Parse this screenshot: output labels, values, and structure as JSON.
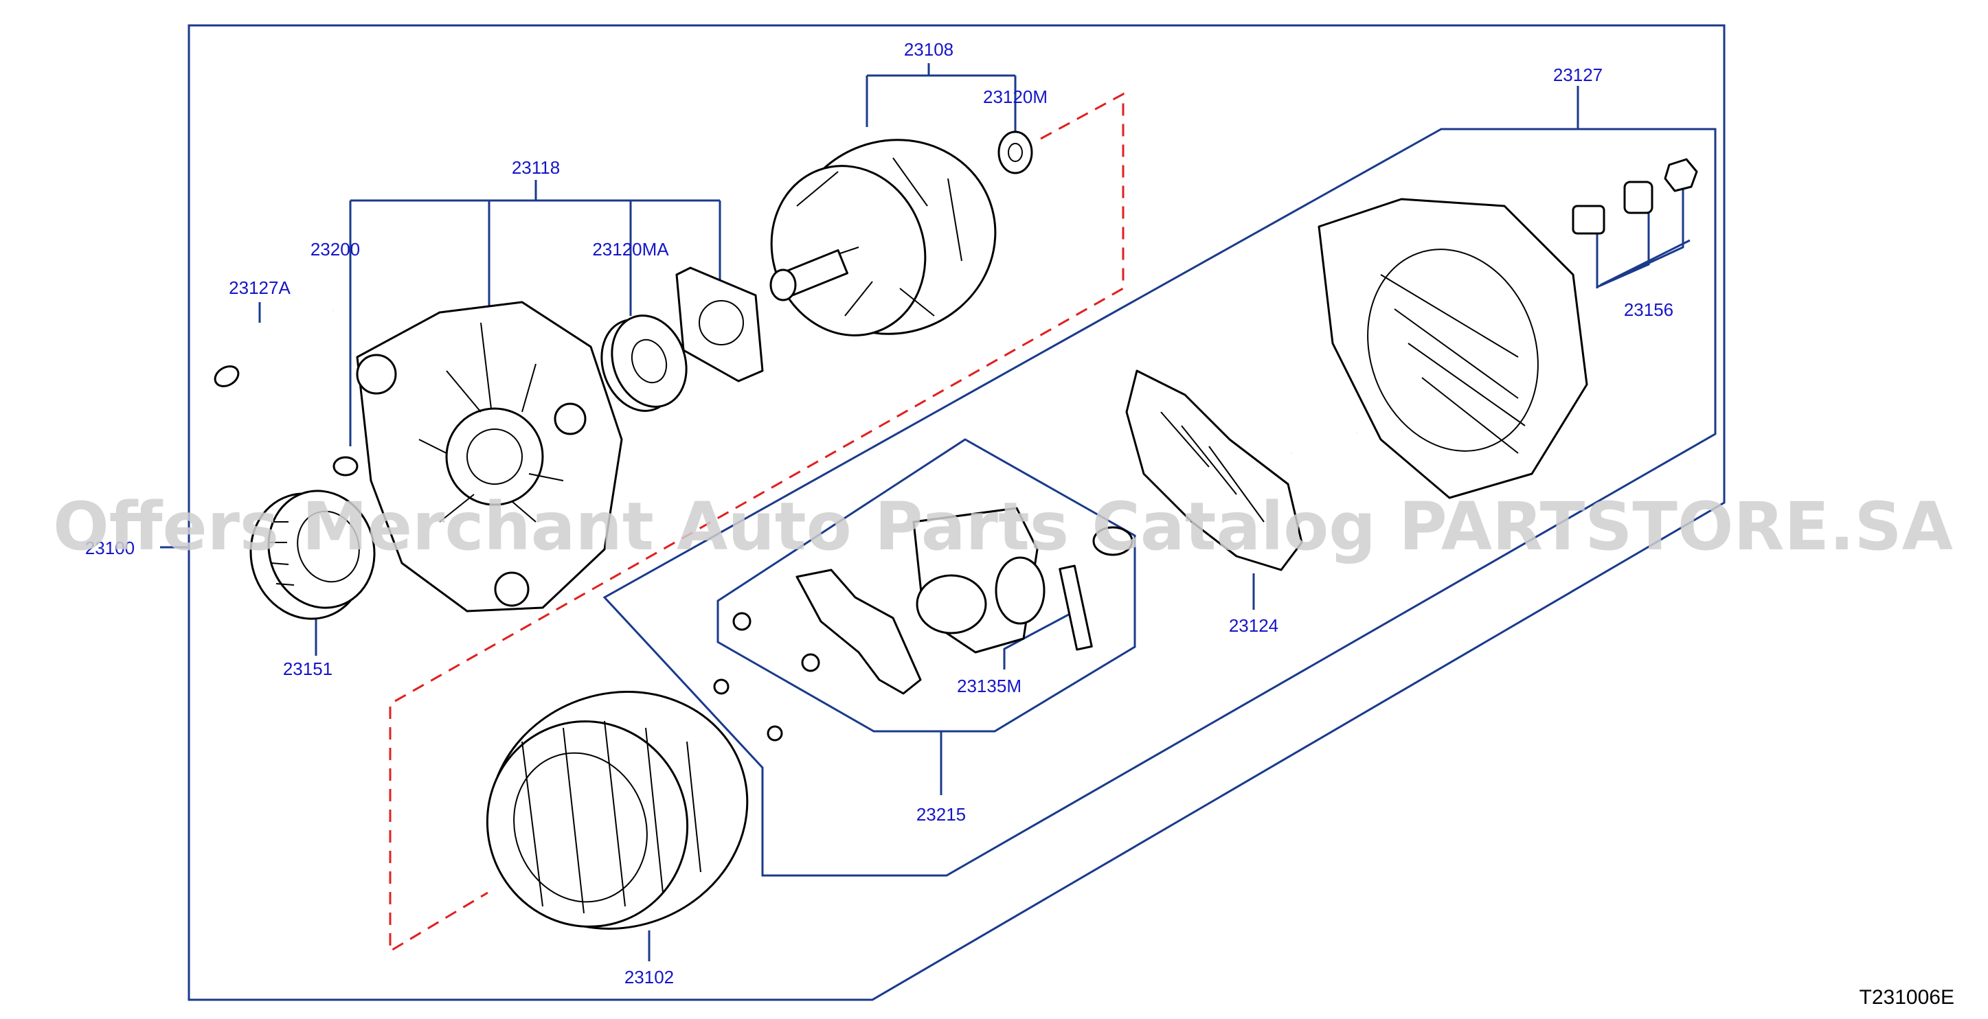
{
  "diagram": {
    "reference_code": "T231006E",
    "watermark": "Offers Merchant Auto Parts Catalog PARTSTORE.SA",
    "callouts": {
      "p23100": "23100",
      "p23108": "23108",
      "p23120M": "23120M",
      "p23118": "23118",
      "p23200": "23200",
      "p23120MA": "23120MA",
      "p23127A": "23127A",
      "p23127": "23127",
      "p23156": "23156",
      "p23124": "23124",
      "p23135M": "23135M",
      "p23215": "23215",
      "p23151": "23151",
      "p23102": "23102"
    },
    "colors": {
      "callout_text": "#1515c8",
      "leader_line": "#1a3a8c",
      "dashed_line": "#e02020",
      "watermark": "#cfcfcf"
    }
  }
}
